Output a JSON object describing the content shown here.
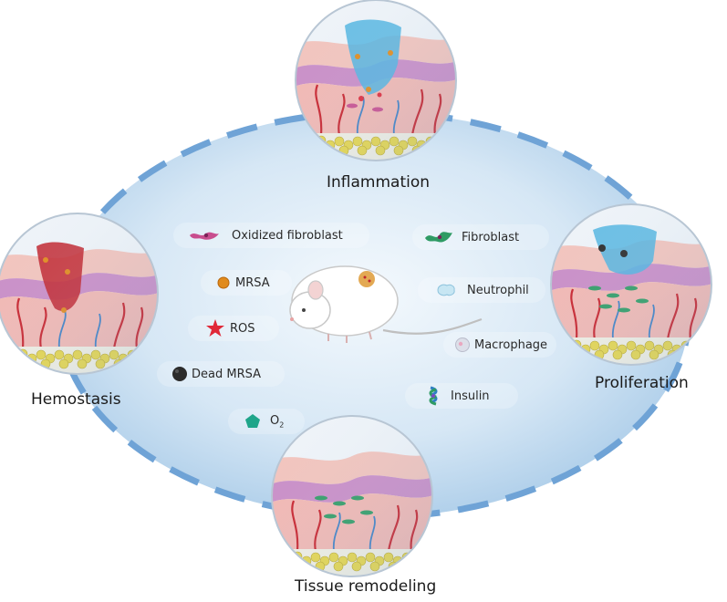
{
  "phases": {
    "inflammation": "Inflammation",
    "hemostasis": "Hemostasis",
    "proliferation": "Proliferation",
    "remodeling": "Tissue remodeling"
  },
  "legend": {
    "oxidized_fibroblast": "Oxidized fibroblast",
    "mrsa": "MRSA",
    "ros": "ROS",
    "dead_mrsa": "Dead MRSA",
    "o2_main": "O",
    "o2_sub": "2",
    "fibroblast": "Fibroblast",
    "neutrophil": "Neutrophil",
    "macrophage": "Macrophage",
    "insulin": "Insulin"
  },
  "icons": {
    "oxidized_fibroblast": "oxidized-fibroblast-icon",
    "mrsa": "mrsa-icon",
    "ros": "ros-icon",
    "dead_mrsa": "dead-mrsa-icon",
    "o2": "o2-icon",
    "fibroblast": "fibroblast-icon",
    "neutrophil": "neutrophil-icon",
    "macrophage": "macrophage-icon",
    "insulin": "insulin-icon",
    "mouse": "mouse-icon"
  },
  "colors": {
    "ellipse_fill": "#cfe3f4",
    "dash": "#6fa3d6",
    "epidermis": "#c98cc6",
    "dermis": "#f2b7b2",
    "fat": "#e7d64a",
    "hydrogel": "#4fb3e0",
    "clot": "#c0242e",
    "mrsa": "#e08a1c",
    "ros": "#e02838",
    "o2": "#1fa58a",
    "fibroblast": "#2f9b64"
  }
}
